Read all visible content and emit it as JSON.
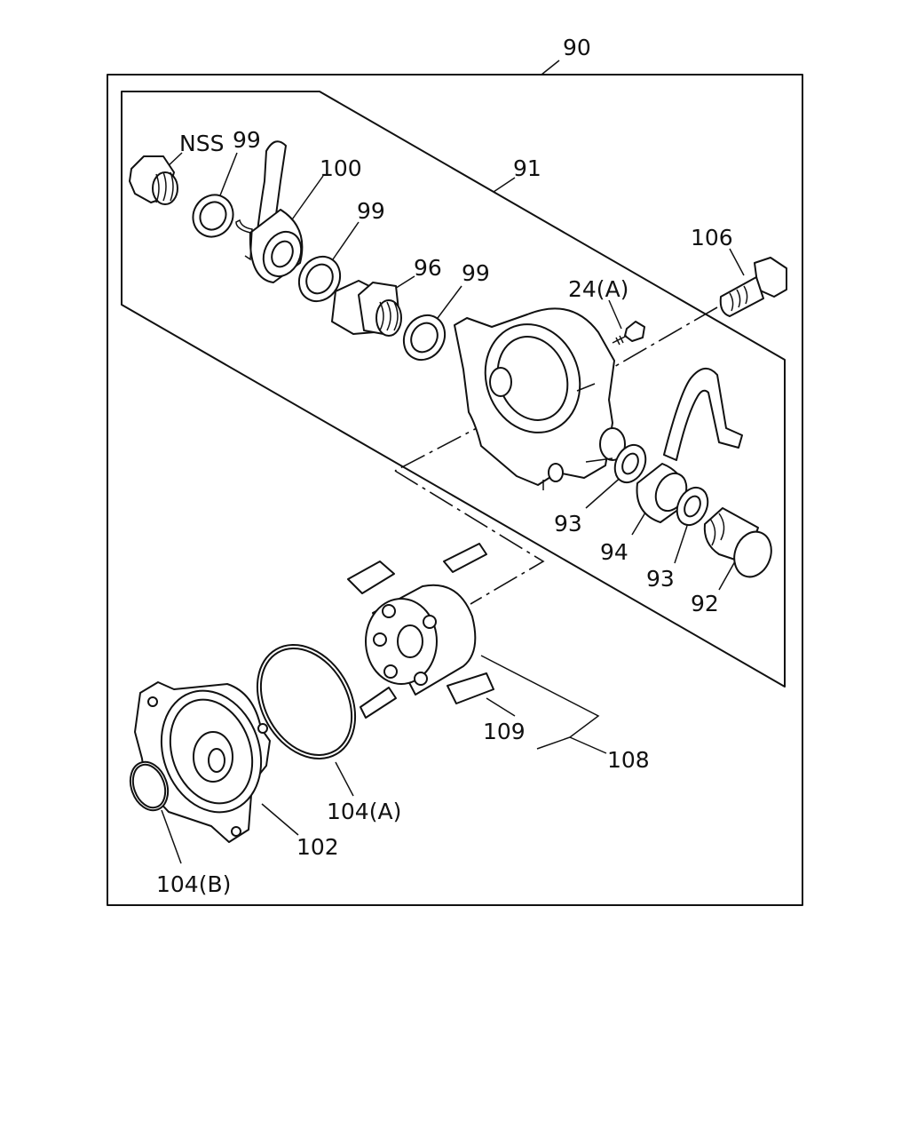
{
  "labels": {
    "p90": "90",
    "p91": "91",
    "nss": "NSS",
    "p99a": "99",
    "p100": "100",
    "p99b": "99",
    "p96": "96",
    "p99c": "99",
    "p24a": "24(A)",
    "p106": "106",
    "p93a": "93",
    "p94": "94",
    "p93b": "93",
    "p92": "92",
    "p109": "109",
    "p108": "108",
    "p104a": "104(A)",
    "p102": "102",
    "p104b": "104(B)"
  }
}
